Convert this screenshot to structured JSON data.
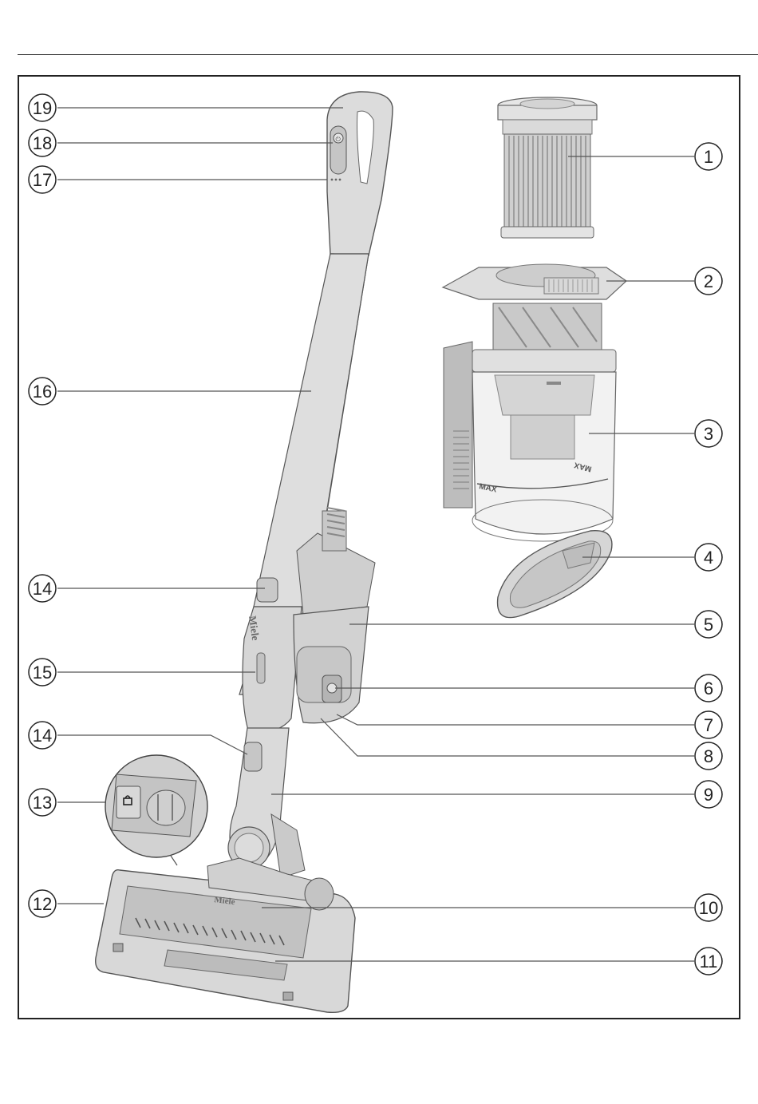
{
  "figure": {
    "brand_handle": "Miele",
    "brand_floorhead": "Miele",
    "max_mark": "MAX",
    "max_mark_mirrored": "MAX",
    "callouts": {
      "c1": "1",
      "c2": "2",
      "c3": "3",
      "c4": "4",
      "c5": "5",
      "c6": "6",
      "c7": "7",
      "c8": "8",
      "c9": "9",
      "c10": "10",
      "c11": "11",
      "c12": "12",
      "c13": "13",
      "c14a": "14",
      "c14b": "14",
      "c15": "15",
      "c16": "16",
      "c17": "17",
      "c18": "18",
      "c19": "19"
    }
  }
}
